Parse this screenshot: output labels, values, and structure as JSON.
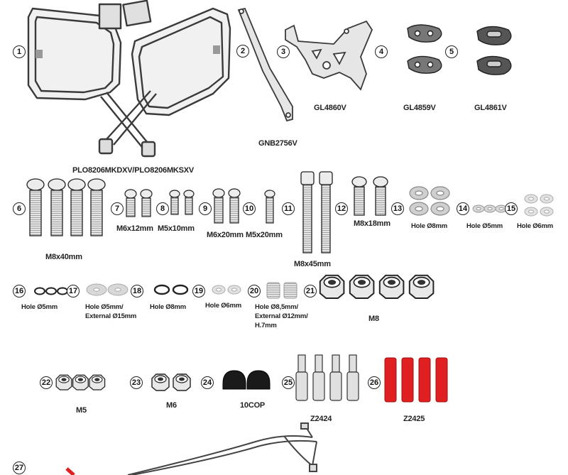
{
  "parts": [
    {
      "n": "1",
      "code": "PLO8206MKDXV/PLO8206MKSXV"
    },
    {
      "n": "2",
      "code": "GNB2756V"
    },
    {
      "n": "3",
      "code": "GL4860V"
    },
    {
      "n": "4",
      "code": "GL4859V"
    },
    {
      "n": "5",
      "code": "GL4861V"
    },
    {
      "n": "6",
      "code": "M8x40mm"
    },
    {
      "n": "7",
      "code": "M6x12mm"
    },
    {
      "n": "8",
      "code": "M5x10mm"
    },
    {
      "n": "9",
      "code": "M6x20mm"
    },
    {
      "n": "10",
      "code": "M5x20mm"
    },
    {
      "n": "11",
      "code": "M8x45mm"
    },
    {
      "n": "12",
      "code": "M8x18mm"
    },
    {
      "n": "13",
      "code": "Hole Ø8mm"
    },
    {
      "n": "14",
      "code": "Hole Ø5mm"
    },
    {
      "n": "15",
      "code": "Hole Ø6mm"
    },
    {
      "n": "16",
      "code": "Hole Ø5mm"
    },
    {
      "n": "17",
      "code": "Hole Ø5mm/ External Ø15mm"
    },
    {
      "n": "18",
      "code": "Hole Ø8mm"
    },
    {
      "n": "19",
      "code": "Hole Ø6mm"
    },
    {
      "n": "20",
      "code": "Hole Ø8,5mm/ External Ø12mm/ H.7mm"
    },
    {
      "n": "21",
      "code": "M8"
    },
    {
      "n": "22",
      "code": "M5"
    },
    {
      "n": "23",
      "code": "M6"
    },
    {
      "n": "24",
      "code": "10COP"
    },
    {
      "n": "25",
      "code": "Z2424"
    },
    {
      "n": "26",
      "code": "Z2425"
    },
    {
      "n": "27",
      "code": ""
    }
  ],
  "colors": {
    "line": "#3a3a3a",
    "part_fill": "#e6e6e6",
    "dark": "#1a1a1a",
    "red": "#e02020",
    "washer": "#cfcfcf"
  }
}
